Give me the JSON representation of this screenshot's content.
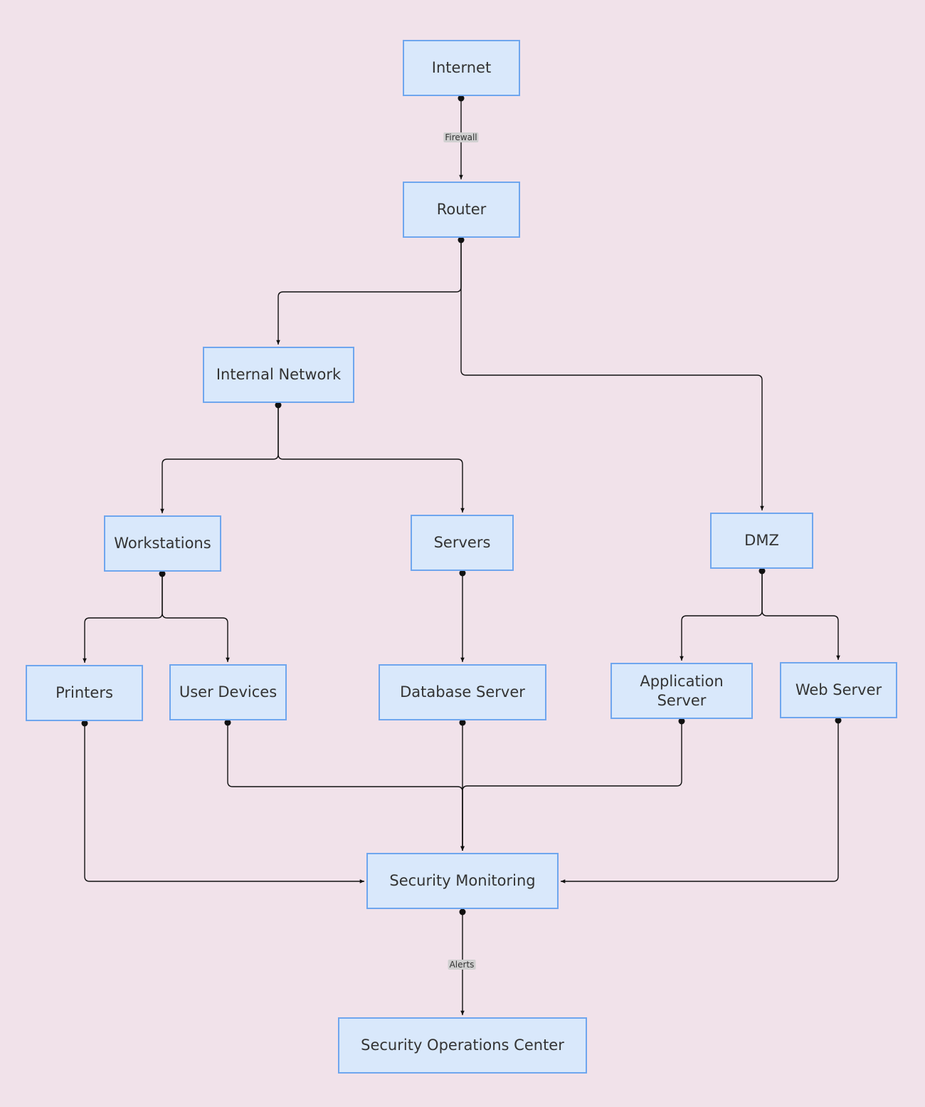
{
  "diagram": {
    "colors": {
      "background": "#f1e2ea",
      "node_fill": "#d9e8fb",
      "node_border": "#6fa6ee",
      "node_text": "#333333",
      "edge": "#111111",
      "edge_label_fill": "#d0d0d0"
    },
    "nodes": {
      "internet": "Internet",
      "router": "Router",
      "internal_network": "Internal Network",
      "workstations": "Workstations",
      "servers": "Servers",
      "dmz": "DMZ",
      "printers": "Printers",
      "user_devices": "User Devices",
      "database_server": "Database Server",
      "application_server": "Application Server",
      "web_server": "Web Server",
      "security_monitoring": "Security Monitoring",
      "security_operations_center": "Security Operations Center"
    },
    "edges": [
      {
        "from": "internet",
        "to": "router",
        "label": "Firewall"
      },
      {
        "from": "router",
        "to": "internal_network",
        "label": ""
      },
      {
        "from": "router",
        "to": "dmz",
        "label": ""
      },
      {
        "from": "internal_network",
        "to": "workstations",
        "label": ""
      },
      {
        "from": "internal_network",
        "to": "servers",
        "label": ""
      },
      {
        "from": "workstations",
        "to": "printers",
        "label": ""
      },
      {
        "from": "workstations",
        "to": "user_devices",
        "label": ""
      },
      {
        "from": "servers",
        "to": "database_server",
        "label": ""
      },
      {
        "from": "dmz",
        "to": "application_server",
        "label": ""
      },
      {
        "from": "dmz",
        "to": "web_server",
        "label": ""
      },
      {
        "from": "printers",
        "to": "security_monitoring",
        "label": ""
      },
      {
        "from": "user_devices",
        "to": "security_monitoring",
        "label": ""
      },
      {
        "from": "database_server",
        "to": "security_monitoring",
        "label": ""
      },
      {
        "from": "application_server",
        "to": "security_monitoring",
        "label": ""
      },
      {
        "from": "web_server",
        "to": "security_monitoring",
        "label": ""
      },
      {
        "from": "security_monitoring",
        "to": "security_operations_center",
        "label": "Alerts"
      }
    ]
  }
}
